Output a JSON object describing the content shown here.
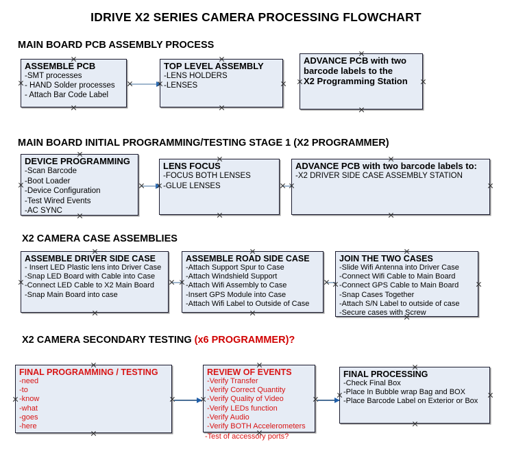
{
  "document": {
    "title": "IDRIVE X2  SERIES CAMERA PROCESSING FLOWCHART"
  },
  "sections": [
    {
      "id": "main-board-pcb-assembly",
      "heading": "MAIN BOARD PCB ASSEMBLY PROCESS",
      "heading_accent": "",
      "boxes": [
        {
          "id": "assemble-pcb",
          "title": "ASSEMBLE PCB",
          "lines": [
            "-SMT processes",
            "- HAND Solder processes",
            "- Attach Bar Code Label"
          ]
        },
        {
          "id": "top-level-assembly",
          "title": "TOP LEVEL ASSEMBLY",
          "lines": [
            "-LENS HOLDERS",
            "-LENSES"
          ]
        },
        {
          "id": "advance-pcb-programming-station",
          "title": "ADVANCE PCB with two",
          "lines": [
            "barcode labels to the",
            " X2 Programming Station"
          ]
        }
      ]
    },
    {
      "id": "main-board-initial-programming",
      "heading": "MAIN BOARD INITIAL PROGRAMMING/TESTING STAGE 1 (X2 PROGRAMMER)",
      "heading_accent": "",
      "boxes": [
        {
          "id": "device-programming",
          "title": "DEVICE PROGRAMMING",
          "lines": [
            "-Scan Barcode",
            "-Boot Loader",
            "-Device Configuration",
            "-Test Wired Events",
            "-AC SYNC"
          ]
        },
        {
          "id": "lens-focus",
          "title": "LENS FOCUS",
          "lines": [
            "-FOCUS BOTH LENSES",
            "-GLUE LENSES"
          ]
        },
        {
          "id": "advance-pcb-driver-side-case",
          "title": "ADVANCE PCB with two barcode labels to:",
          "lines": [
            "-X2 DRIVER  SIDE  CASE  ASSEMBLY STATION"
          ]
        }
      ]
    },
    {
      "id": "x2-camera-case-assemblies",
      "heading": "X2 CAMERA CASE ASSEMBLIES",
      "heading_accent": "",
      "boxes": [
        {
          "id": "assemble-driver-side-case",
          "title": "ASSEMBLE DRIVER SIDE CASE",
          "lines": [
            "- Insert LED Plastic lens into Driver Case",
            "-Snap LED Board with Cable into Case",
            "-Connect LED Cable to X2 Main Board",
            "-Snap Main Board into case"
          ]
        },
        {
          "id": "assemble-road-side-case",
          "title": "ASSEMBLE ROAD SIDE CASE",
          "lines": [
            "-Attach Support Spur to Case",
            "-Attach Windshield Support",
            "-Attach Wifi Assembly to Case",
            "-Insert GPS Module into Case",
            "-Attach Wifi Label to Outside of Case"
          ]
        },
        {
          "id": "join-the-two-cases",
          "title": "JOIN THE TWO CASES",
          "lines": [
            "-Slide Wifi Antenna into Driver Case",
            "-Connect Wifi Cable to Main Board",
            "-Connect GPS Cable to Main Board",
            "-Snap Cases Together",
            "-Attach S/N Label to outside of case",
            "-Secure cases with Screw"
          ]
        }
      ]
    },
    {
      "id": "x2-camera-secondary-testing",
      "heading": "X2 CAMERA SECONDARY TESTING ",
      "heading_accent": "(x6 PROGRAMMER)?",
      "boxes": [
        {
          "id": "final-programming-testing",
          "title": "FINAL PROGRAMMING / TESTING",
          "lines": [
            "-need",
            "-to",
            "-know",
            "-what",
            "-goes",
            "-here"
          ]
        },
        {
          "id": "review-of-events",
          "title": "REVIEW OF EVENTS",
          "lines": [
            "-Verify Transfer",
            "-Verify Correct Quantity",
            "-Verify Quality of Video",
            "-Verify LEDs function",
            "-Verify Audio",
            "-Verify BOTH Accelerometers"
          ],
          "overflow_line": "-Test of accessory ports?"
        },
        {
          "id": "final-processing",
          "title": "FINAL PROCESSING",
          "lines": [
            " -Check Final Box",
            "-Place In Bubble wrap Bag and BOX",
            "-Place Barcode Label on Exterior or Box"
          ]
        }
      ]
    }
  ],
  "colors": {
    "box_fill": "#e6ecf5",
    "box_border": "#1a1a2e",
    "accent_red": "#d81414",
    "connector_light": "#9fb6cd",
    "connector_dark": "#4a6f96",
    "arrowhead": "#2e6db4"
  },
  "connectors": [
    {
      "id": "conn-assemble-pcb-to-top-level",
      "style": "light"
    },
    {
      "id": "conn-device-programming-to-lens-focus",
      "style": "light"
    },
    {
      "id": "conn-lens-focus-to-advance-pcb",
      "style": "light"
    },
    {
      "id": "conn-driver-case-to-road-case",
      "style": "light"
    },
    {
      "id": "conn-road-case-to-join-cases",
      "style": "light"
    },
    {
      "id": "conn-final-programming-to-review",
      "style": "dark"
    },
    {
      "id": "conn-review-to-final-processing",
      "style": "dark"
    }
  ]
}
